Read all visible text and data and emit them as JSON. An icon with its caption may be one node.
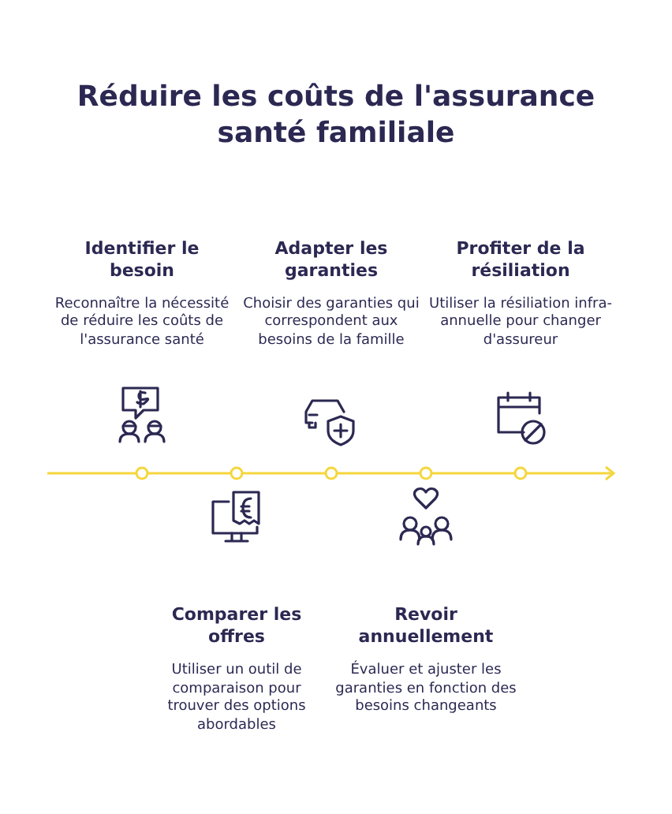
{
  "diagram": {
    "title": "Réduire les coûts de l'assurance santé familiale",
    "nodes": [
      {
        "text": [
          "Identifier le besoin",
          "Reconnaître la nécessité de réduire les coûts de l'assurance santé"
        ]
      },
      {
        "text": [
          "Comparer les offres",
          "Utiliser un outil de comparaison pour trouver des options abordables"
        ]
      },
      {
        "text": [
          "Adapter les garanties",
          "Choisir des garanties qui correspondent aux besoins de la famille"
        ]
      },
      {
        "text": [
          "Revoir annuellement",
          "Évaluer et ajuster les garanties en fonction des besoins changeants"
        ]
      },
      {
        "text": [
          "Profiter de la résiliation",
          "Utiliser la résiliation infra-annuelle pour changer d'assureur"
        ]
      }
    ]
  }
}
